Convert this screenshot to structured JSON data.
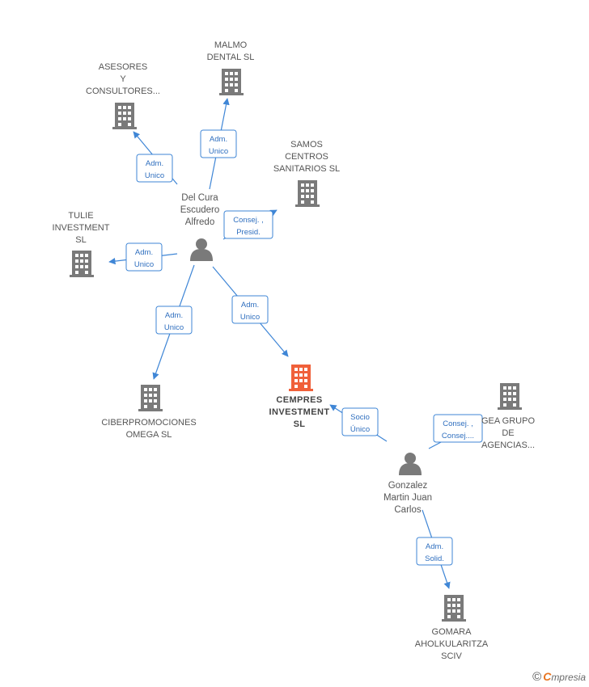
{
  "focus_company": {
    "label_lines": [
      "CEMPRES",
      "INVESTMENT",
      "SL"
    ],
    "color": "#f0603a"
  },
  "companies": [
    {
      "id": "asesores",
      "label_lines": [
        "ASESORES",
        "Y",
        "CONSULTORES..."
      ]
    },
    {
      "id": "malmo",
      "label_lines": [
        "MALMO",
        "DENTAL  SL"
      ]
    },
    {
      "id": "samos",
      "label_lines": [
        "SAMOS",
        "CENTROS",
        "SANITARIOS SL"
      ]
    },
    {
      "id": "tulie",
      "label_lines": [
        "TULIE",
        "INVESTMENT",
        "SL"
      ]
    },
    {
      "id": "ciber",
      "label_lines": [
        "CIBERPROMOCIONES",
        "OMEGA SL"
      ]
    },
    {
      "id": "gea",
      "label_lines": [
        "GEA GRUPO",
        "DE",
        "AGENCIAS..."
      ]
    },
    {
      "id": "gomara",
      "label_lines": [
        "GOMARA",
        "AHOLKULARITZA",
        "SCIV"
      ]
    }
  ],
  "persons": [
    {
      "id": "delcura",
      "label_lines": [
        "Del Cura",
        "Escudero",
        "Alfredo"
      ]
    },
    {
      "id": "gonzalez",
      "label_lines": [
        "Gonzalez",
        "Martin Juan",
        "Carlos"
      ]
    }
  ],
  "edges": [
    {
      "from": "delcura",
      "to": "asesores",
      "label_lines": [
        "Adm.",
        "Unico"
      ]
    },
    {
      "from": "delcura",
      "to": "malmo",
      "label_lines": [
        "Adm.",
        "Unico"
      ]
    },
    {
      "from": "delcura",
      "to": "samos",
      "label_lines": [
        "Consej. ,",
        "Presid."
      ]
    },
    {
      "from": "delcura",
      "to": "tulie",
      "label_lines": [
        "Adm.",
        "Unico"
      ]
    },
    {
      "from": "delcura",
      "to": "ciber",
      "label_lines": [
        "Adm.",
        "Unico"
      ]
    },
    {
      "from": "delcura",
      "to": "cempres",
      "label_lines": [
        "Adm.",
        "Unico"
      ]
    },
    {
      "from": "gonzalez",
      "to": "cempres",
      "label_lines": [
        "Socio",
        "Único"
      ]
    },
    {
      "from": "gonzalez",
      "to": "gea",
      "label_lines": [
        "Consej. ,",
        "Consej...."
      ]
    },
    {
      "from": "gonzalez",
      "to": "gomara",
      "label_lines": [
        "Adm.",
        "Solid."
      ]
    }
  ],
  "colors": {
    "company_icon": "#7a7a7a",
    "person_icon": "#7a7a7a",
    "edge": "#3f86d6",
    "focus": "#f0603a"
  },
  "brand": {
    "copyright_symbol": "©",
    "initial": "C",
    "rest": "mpresia"
  }
}
